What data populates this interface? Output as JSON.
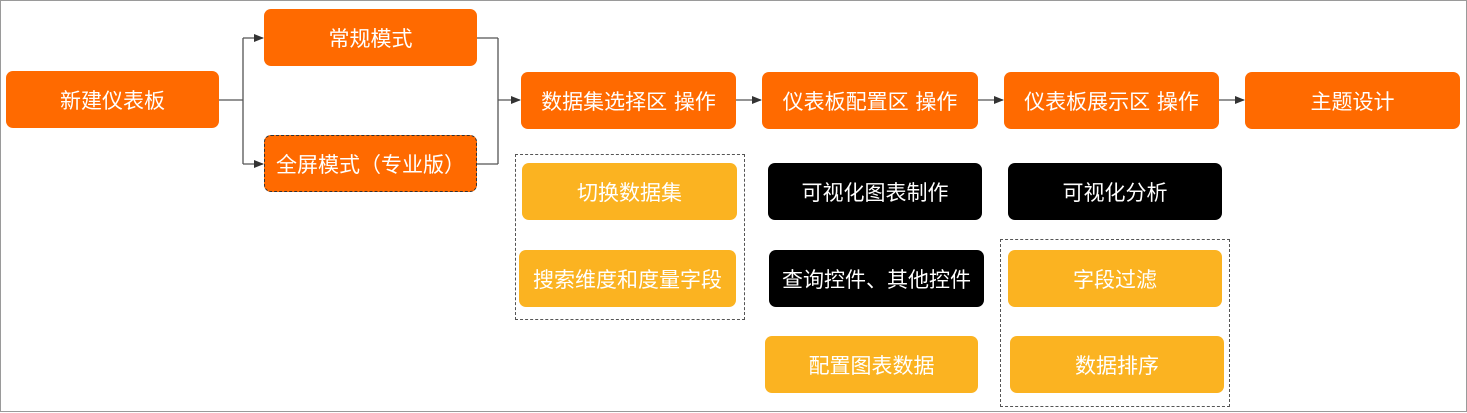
{
  "diagram": {
    "start": "新建仪表板",
    "modes": {
      "normal": "常规模式",
      "fullscreen": "全屏模式（专业版）"
    },
    "steps": {
      "dataset_area": "数据集选择区 操作",
      "config_area": "仪表板配置区 操作",
      "display_area": "仪表板展示区 操作",
      "theme": "主题设计"
    },
    "dataset_ops": {
      "switch_dataset": "切换数据集",
      "search_fields": "搜索维度和度量字段"
    },
    "config_ops": {
      "viz_chart": "可视化图表制作",
      "query_controls": "查询控件、其他控件",
      "config_chart_data": "配置图表数据"
    },
    "display_ops": {
      "viz_analysis": "可视化分析",
      "field_filter": "字段过滤",
      "data_sort": "数据排序"
    },
    "colors": {
      "primary_orange": "#ff6a00",
      "secondary_yellow": "#fbb321",
      "black": "#000000",
      "connector": "#555555"
    }
  }
}
